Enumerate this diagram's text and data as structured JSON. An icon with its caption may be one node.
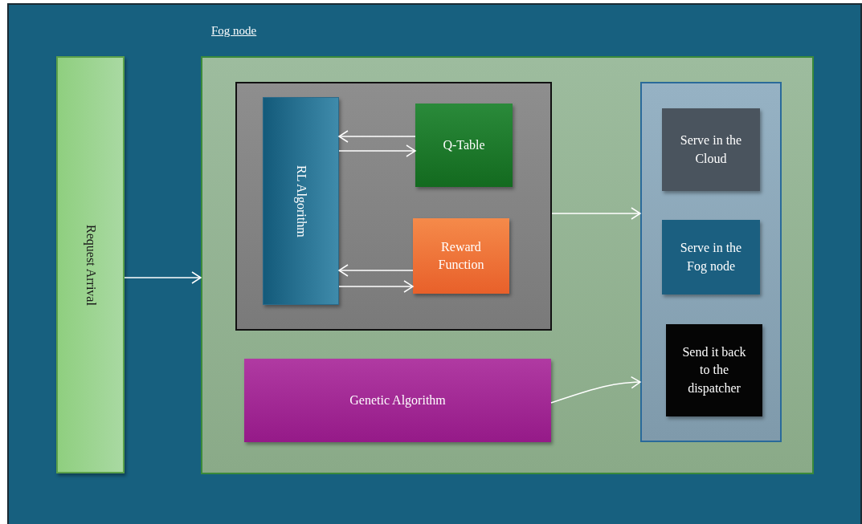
{
  "diagram": {
    "nodes": [
      {
        "text": [
          "Fog node"
        ]
      },
      {
        "text": [
          "Request Arrival"
        ],
        "in": 0
      },
      {
        "text": [],
        "shape": "box",
        "in": 0
      },
      {
        "text": [],
        "shape": "box",
        "in": 2
      },
      {
        "text": [
          "RL Algorithm"
        ],
        "in": 3
      },
      {
        "text": [
          "Q-Table"
        ],
        "in": 3
      },
      {
        "text": [
          "Reward Function"
        ],
        "in": 3
      },
      {
        "text": [
          "Genetic Algorithm"
        ],
        "in": 2
      },
      {
        "text": [],
        "shape": "box",
        "in": 2
      },
      {
        "text": [
          "Serve in the Cloud"
        ],
        "in": 8
      },
      {
        "text": [
          "Serve in the Fog node"
        ],
        "in": 8
      },
      {
        "text": [
          "Send it back to the dispatcher"
        ],
        "in": 8
      }
    ],
    "edges": [
      {
        "from": 1,
        "to": 2,
        "arrow": "to"
      },
      {
        "from": 5,
        "to": 4,
        "arrow": "to"
      },
      {
        "from": 4,
        "to": 5,
        "arrow": "to"
      },
      {
        "from": 6,
        "to": 4,
        "arrow": "to"
      },
      {
        "from": 4,
        "to": 6,
        "arrow": "to"
      },
      {
        "from": 3,
        "to": 8,
        "arrow": "to"
      },
      {
        "from": 7,
        "to": 8,
        "arrow": "to"
      }
    ]
  }
}
